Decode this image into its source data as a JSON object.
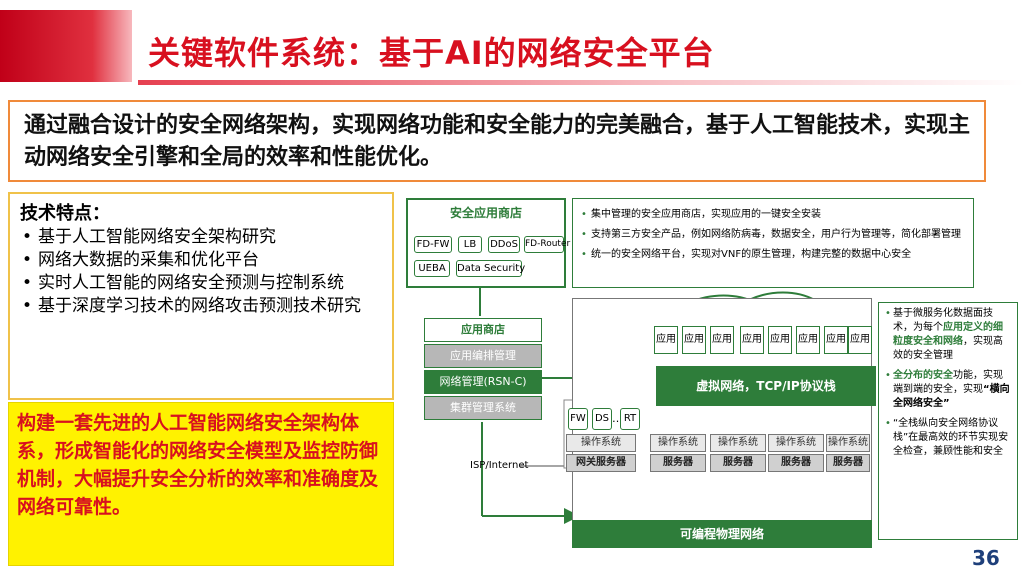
{
  "title": "关键软件系统：基于AI的网络安全平台",
  "intro": "通过融合设计的安全网络架构，实现网络功能和安全能力的完美融合，基于人工智能技术，实现主动网络安全引擎和全局的效率和性能优化。",
  "features": {
    "title": "技术特点：",
    "items": [
      "基于人工智能网络安全架构研究",
      "网络大数据的采集和优化平台",
      "实时人工智能的网络安全预测与控制系统",
      "基于深度学习技术的网络攻击预测技术研究"
    ]
  },
  "summary": "构建一套先进的人工智能网络安全架构体系，形成智能化的网络安全模型及监控防御机制，大幅提升安全分析的效率和准确度及网络可靠性。",
  "diagram": {
    "store": {
      "title": "安全应用商店",
      "items": [
        "FD-FW",
        "LB",
        "DDoS",
        "FD-Router",
        "UEBA",
        "Data Security"
      ]
    },
    "store_info": [
      "集中管理的安全应用商店，实现应用的一键安全安装",
      "支持第三方安全产品，例如网络防病毒，数据安全，用户行为管理等，简化部署管理",
      "统一的安全网络平台，实现对VNF的原生管理，构建完整的数据中心安全"
    ],
    "stack": [
      "应用商店",
      "应用编排管理",
      "网络管理(RSN-C)",
      "集群管理系统"
    ],
    "app_label": "应用",
    "fw_label": "FW",
    "ds_label": "DS",
    "dots_label": "…",
    "rt_label": "RT",
    "os_label": "操作系统",
    "gateway_label": "网关服务器",
    "server_label": "服务器",
    "vnet_label": "虚拟网络，TCP/IP协议栈",
    "phys_label": "可编程物理网络",
    "isp_label": "ISP/Internet",
    "right_info": {
      "item1_a": "基于微服务化数据面技术，为每个",
      "item1_hl": "应用定义的细粒度安全和网络",
      "item1_b": "，实现高效的安全管理",
      "item2_hl": "全分布的安全",
      "item2_a": "功能，实现端到端的安全，实现",
      "item2_b": "“横向全网络安全”",
      "item3": "“全栈纵向安全网络协议栈”在最高效的环节实现安全检查，兼顾性能和安全"
    }
  },
  "page_number": "36",
  "colors": {
    "title_red": "#d8101f",
    "green": "#2e7d3a",
    "yellow": "#fff200",
    "orange_border": "#f08a3a"
  }
}
